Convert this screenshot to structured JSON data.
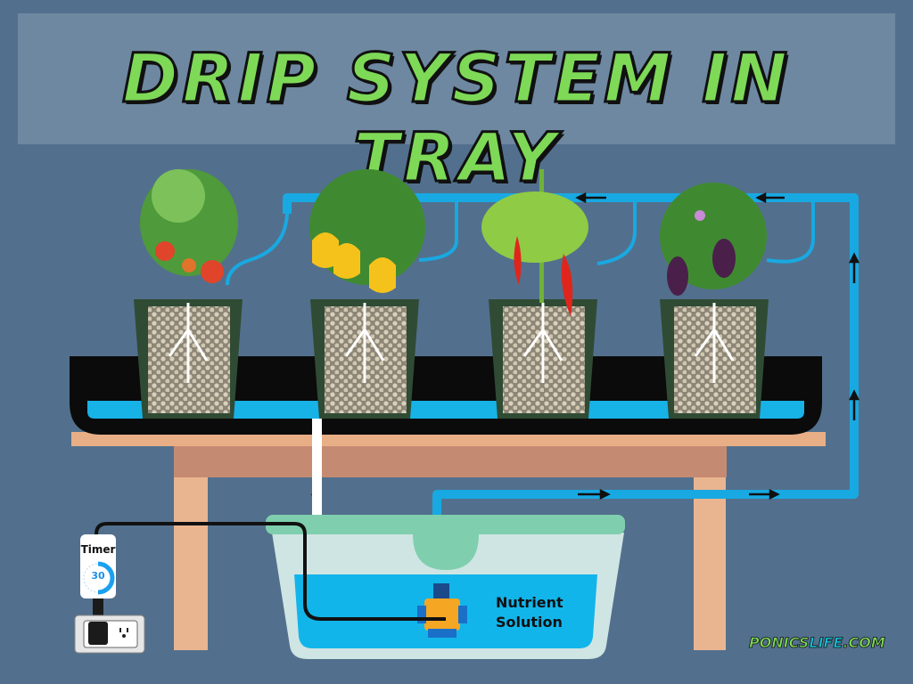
{
  "title": "DRIP SYSTEM IN TRAY",
  "timer": {
    "label": "Timer",
    "minutes": "30"
  },
  "reservoir": {
    "label_line1": "Nutrient",
    "label_line2": "Solution"
  },
  "logo": {
    "part1": "PONICS",
    "part2": "LIFE",
    "part3": ".COM"
  },
  "plants": [
    "tomato",
    "bell-pepper",
    "chili-pepper",
    "eggplant"
  ],
  "colors": {
    "background": "#52708d",
    "title": "#7ed957",
    "pipe": "#18a9e2",
    "water": "#12b5ea",
    "pot": "#2f4b34",
    "table": "#e8ae86"
  }
}
